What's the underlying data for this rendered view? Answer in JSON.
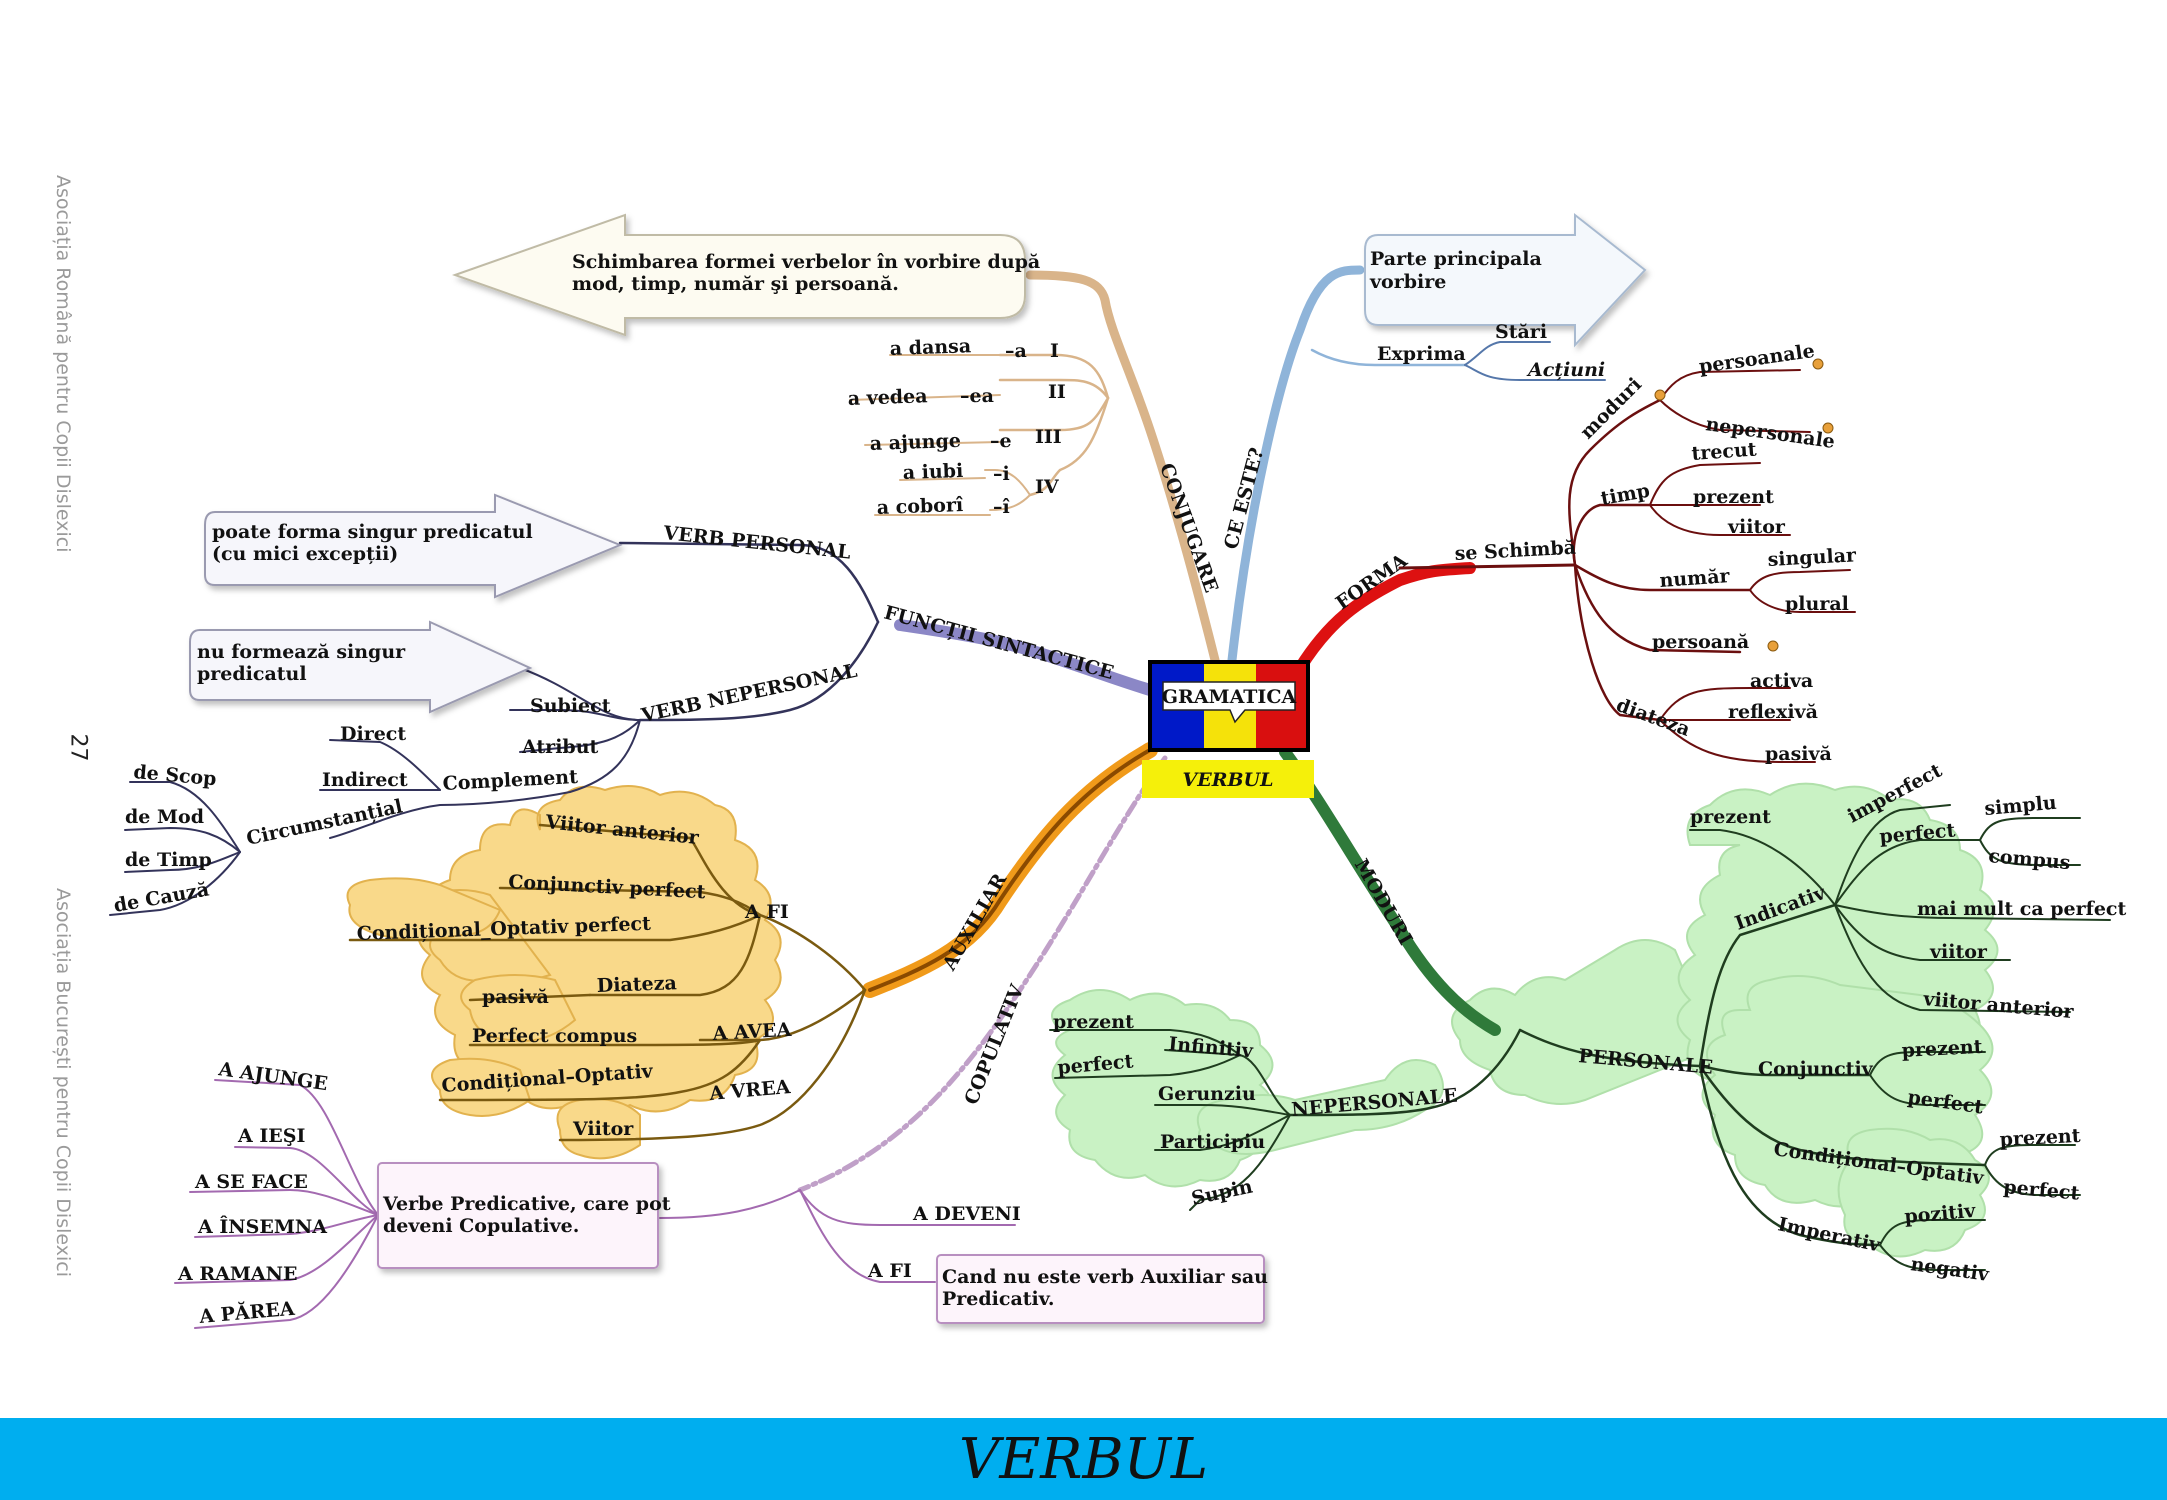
{
  "side_text": {
    "top": "Asociația Română pentru Copii Dislexici",
    "bottom": "Asociația București pentru Copii Dislexici",
    "page_number": "27"
  },
  "footer": {
    "title": "VERBUL"
  },
  "center": {
    "logo": "GRAMATICA",
    "subtitle": "VERBUL"
  },
  "ce_este": {
    "label": "CE ESTE?",
    "definition": [
      "Parte principala",
      "vorbire"
    ],
    "exprima": "Exprima",
    "items": [
      "Stări",
      "Acțiuni"
    ]
  },
  "conjugare": {
    "label": "CONJUGARE",
    "definition": [
      "Schimbarea formei verbelor în vorbire după",
      "mod, timp, număr şi persoană."
    ],
    "rows": [
      {
        "verb": "a dansa",
        "ending": "–a",
        "group": "I"
      },
      {
        "verb": "a vedea",
        "ending": "–ea",
        "group": "II"
      },
      {
        "verb": "a ajunge",
        "ending": "–e",
        "group": "III"
      },
      {
        "verb": "a iubi",
        "ending": "–i",
        "group": "IV"
      },
      {
        "verb": "a coborî",
        "ending": "–î",
        "group": ""
      }
    ]
  },
  "forma": {
    "label": "FORMA",
    "schimba": "se Schimbă",
    "moduri": "moduri",
    "moduri_items": [
      "persoanale",
      "nepersonale"
    ],
    "timp": "timp",
    "timp_items": [
      "trecut",
      "prezent",
      "viitor"
    ],
    "numar": "număr",
    "numar_items": [
      "singular",
      "plural"
    ],
    "persoana": "persoană",
    "diateza": "diateza",
    "diateza_items": [
      "activa",
      "reflexivă",
      "pasivă"
    ]
  },
  "functii": {
    "label": "FUNCȚII SINTACTICE",
    "personal": "VERB PERSONAL",
    "personal_note": [
      "poate forma singur predicatul",
      "(cu mici excepții)"
    ],
    "nepersonal": "VERB NEPERSONAL",
    "nepersonal_note": [
      "nu formează singur",
      "predicatul"
    ],
    "subiect": "Subiect",
    "atribut": "Atribut",
    "complement": "Complement",
    "direct": "Direct",
    "indirect": "Indirect",
    "circumstantial": "Circumstanțial",
    "circ_items": [
      "de Scop",
      "de Mod",
      "de Timp",
      "de Cauză"
    ]
  },
  "auxiliar": {
    "label": "AUXILIAR",
    "a_fi": "A FI",
    "a_fi_items": [
      "Viitor anterior",
      "Conjunctiv perfect",
      "Condițional_Optativ perfect"
    ],
    "diateza": "Diateza",
    "pasiva": "pasivă",
    "a_avea": "A AVEA",
    "a_avea_items": [
      "Perfect compus",
      "Condițional–Optativ"
    ],
    "a_vrea": "A VREA",
    "a_vrea_items": [
      "Viitor"
    ]
  },
  "copulativ": {
    "label": "COPULATIV",
    "predicative": [
      "Verbe Predicative, care pot",
      "deveni Copulative."
    ],
    "verbs": [
      "A AJUNGE",
      "A IEŞI",
      "A SE FACE",
      "A ÎNSEMNA",
      "A RAMANE",
      "A PĂREA"
    ],
    "a_deveni": "A DEVENI",
    "a_fi": "A FI",
    "a_fi_note": [
      "Cand nu este verb Auxiliar sau",
      "Predicativ."
    ]
  },
  "moduri": {
    "label": "MODURI",
    "nepersonale": "NEPERSONALE",
    "infinitiv": "Infinitiv",
    "infinitiv_items": [
      "prezent",
      "perfect"
    ],
    "nep_items": [
      "Gerunziu",
      "Participiu",
      "Supin"
    ],
    "personale": "PERSONALE",
    "indicativ": "Indicativ",
    "indicativ_items": [
      "prezent",
      "imperfect",
      "perfect",
      "mai mult ca perfect",
      "viitor",
      "viitor anterior"
    ],
    "perfect_items": [
      "simplu",
      "compus"
    ],
    "conjunctiv": "Conjunctiv",
    "conjunctiv_items": [
      "prezent",
      "perfect"
    ],
    "conditional": "Condițional–Optativ",
    "conditional_items": [
      "prezent",
      "perfect"
    ],
    "imperativ": "Imperativ",
    "imperativ_items": [
      "pozitiv",
      "negativ"
    ]
  },
  "colors": {
    "ce_este": "#8fb4d9",
    "conjugare": "#d9b48a",
    "forma": "#6b0f0f",
    "functii": "#33335a",
    "auxiliar": "#7a5a10",
    "copulativ": "#a36ab0",
    "moduri": "#1f3d1f",
    "footer": "#00aeef"
  }
}
